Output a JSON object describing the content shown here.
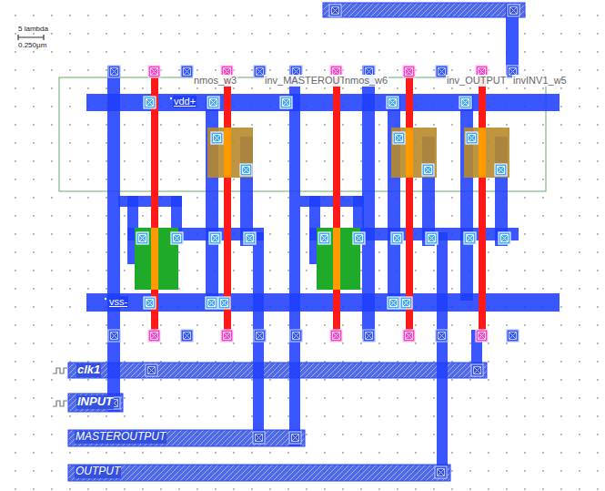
{
  "diagram": {
    "labels": [
      "5 lambda",
      "0.250µm",
      "nmos_w3",
      "inv_MASTEROUT",
      "nmos_w6",
      "inv_OUTPUT",
      "invINV1_w5",
      "vdd+",
      "vss-",
      "clk1",
      "INPUT",
      "MASTEROUTPUT",
      "OUTPUT"
    ]
  }
}
